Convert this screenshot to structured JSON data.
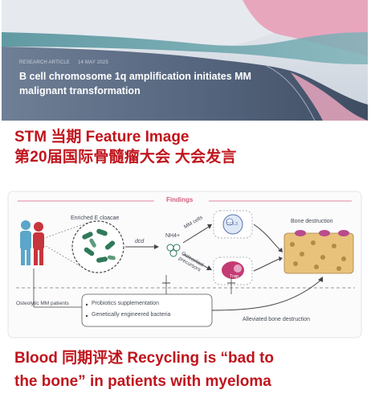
{
  "banner": {
    "meta_left": "RESEARCH ARTICLE",
    "meta_right": "14 MAY 2025",
    "title": "B cell chromosome 1q amplification initiates MM malignant transformation"
  },
  "caption_top": {
    "line1": "STM 当期 Feature Image",
    "line2": "第20届国际骨髓瘤大会 大会发言"
  },
  "figure": {
    "title": "Findings",
    "bacteria_label": "Enriched E cloacae",
    "gene_label": "dcd",
    "nh4_label": "NH4+",
    "mm_cells_label": "MM cells",
    "ccl3_label": "CCL3",
    "osteoclast_label": "Osteoclast precursors",
    "trap_label": "Trap",
    "bone_destruction_label": "Bone destruction",
    "patients_label": "Osteolytic MM patients",
    "treatments": [
      "Probiotics supplementation",
      "Genetically engineered bacteria"
    ],
    "alleviated_label": "Alleviated bone destruction"
  },
  "caption_bottom": {
    "line1": "Blood 同期评述 Recycling is “bad to",
    "line2": "the bone” in patients with myeloma"
  },
  "colors": {
    "caption_red": "#c0141c",
    "banner_pink": "#e8a6bd",
    "banner_blue": "#4a5a72",
    "findings_pink": "#d2607e",
    "patient_blue": "#5ba6c9",
    "patient_red": "#c9353d",
    "bacteria_green": "#2f7a5a"
  }
}
